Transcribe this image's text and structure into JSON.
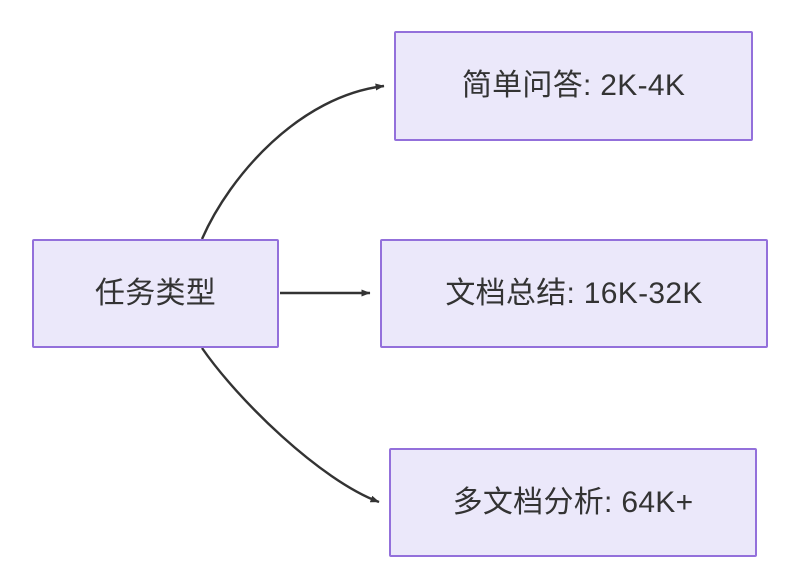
{
  "diagram": {
    "type": "flowchart",
    "direction": "left-to-right",
    "background_color": "#ffffff",
    "node_fill_color": "#ebe8fa",
    "node_border_color": "#9370db",
    "node_text_color": "#333333",
    "edge_color": "#333333",
    "nodes": [
      {
        "id": "task-type",
        "label": "任务类型"
      },
      {
        "id": "simple-qa",
        "label": "简单问答: 2K-4K"
      },
      {
        "id": "doc-summary",
        "label": "文档总结: 16K-32K"
      },
      {
        "id": "multi-doc",
        "label": "多文档分析: 64K+"
      }
    ],
    "edges": [
      {
        "id": "edge-1",
        "from": "task-type",
        "to": "simple-qa",
        "style": "curved",
        "arrow": "arrowhead-icon",
        "label": ""
      },
      {
        "id": "edge-2",
        "from": "task-type",
        "to": "doc-summary",
        "style": "straight",
        "arrow": "arrowhead-icon",
        "label": ""
      },
      {
        "id": "edge-3",
        "from": "task-type",
        "to": "multi-doc",
        "style": "curved",
        "arrow": "arrowhead-icon",
        "label": ""
      }
    ]
  }
}
